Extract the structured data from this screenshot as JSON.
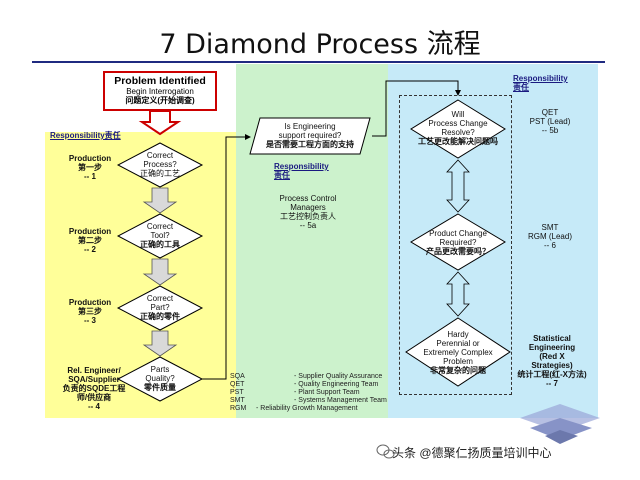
{
  "title": "7 Diamond Process 流程",
  "problem": {
    "title": "Problem Identified",
    "line1": "Begin Interrogation",
    "line2": "问题定义(开始调查)"
  },
  "responsibility_left": "Responsibility责任",
  "responsibility_middle": [
    "Responsibility",
    "责任"
  ],
  "responsibility_right": [
    "Responsibility",
    "责任"
  ],
  "left_roles": [
    {
      "lines": [
        "Production",
        "第一步",
        "-- 1"
      ]
    },
    {
      "lines": [
        "Production",
        "第二步",
        "-- 2"
      ]
    },
    {
      "lines": [
        "Production",
        "第三步",
        "-- 3"
      ]
    },
    {
      "lines": [
        "Rel. Engineer/",
        "SQA/Supplier",
        "负责的SQDE工程",
        "师/供应商",
        "-- 4"
      ]
    }
  ],
  "left_diamonds": [
    {
      "lines": [
        "Correct",
        "Process?",
        "正确的工艺"
      ]
    },
    {
      "lines": [
        "Correct",
        "Tool?",
        "正确的工具"
      ]
    },
    {
      "lines": [
        "Correct",
        "Part?",
        "正确的零件"
      ]
    },
    {
      "lines": [
        "Parts",
        "Quality?",
        "零件质量"
      ]
    }
  ],
  "engineering_question": [
    "Is Engineering",
    "support required?",
    "是否需要工程方面的支持"
  ],
  "middle_role": [
    "Process Control",
    "Managers",
    "工艺控制负责人",
    "-- 5a"
  ],
  "right_diamonds": [
    {
      "lines": [
        "Will",
        "Process Change",
        "Resolve?",
        "工艺更改能解决问题吗"
      ]
    },
    {
      "lines": [
        "Product Change",
        "Required?",
        "产品更改需要吗？"
      ]
    },
    {
      "lines": [
        "Hardy",
        "Perennial or",
        "Extremely Complex",
        "Problem",
        "非常复杂的问题"
      ]
    }
  ],
  "right_roles": [
    {
      "lines": [
        "QET",
        "PST (Lead)",
        "-- 5b"
      ]
    },
    {
      "lines": [
        "SMT",
        "RGM (Lead)",
        "-- 6"
      ]
    },
    {
      "lines": [
        "Statistical",
        "Engineering",
        "(Red X",
        "Strategies)",
        "统计工程(红-X方法)",
        "-- 7"
      ]
    }
  ],
  "legend": [
    {
      "abbr": "SQA",
      "desc": "- Supplier Quality Assurance"
    },
    {
      "abbr": "QET",
      "desc": "- Quality Engineering Team"
    },
    {
      "abbr": "PST",
      "desc": "- Plant Support Team"
    },
    {
      "abbr": "SMT",
      "desc": "- Systems Management Team"
    },
    {
      "abbr": "RGM",
      "desc": "- Reliability Growth Management"
    }
  ],
  "footer": "头条 @德聚仁扬质量培训中心",
  "colors": {
    "yellow_zone": "#ffff99",
    "green_zone": "#ccf2cc",
    "blue_zone": "#c6eaf8",
    "arrow_fill": "#d9d9d9",
    "problem_border": "#cc0000"
  }
}
